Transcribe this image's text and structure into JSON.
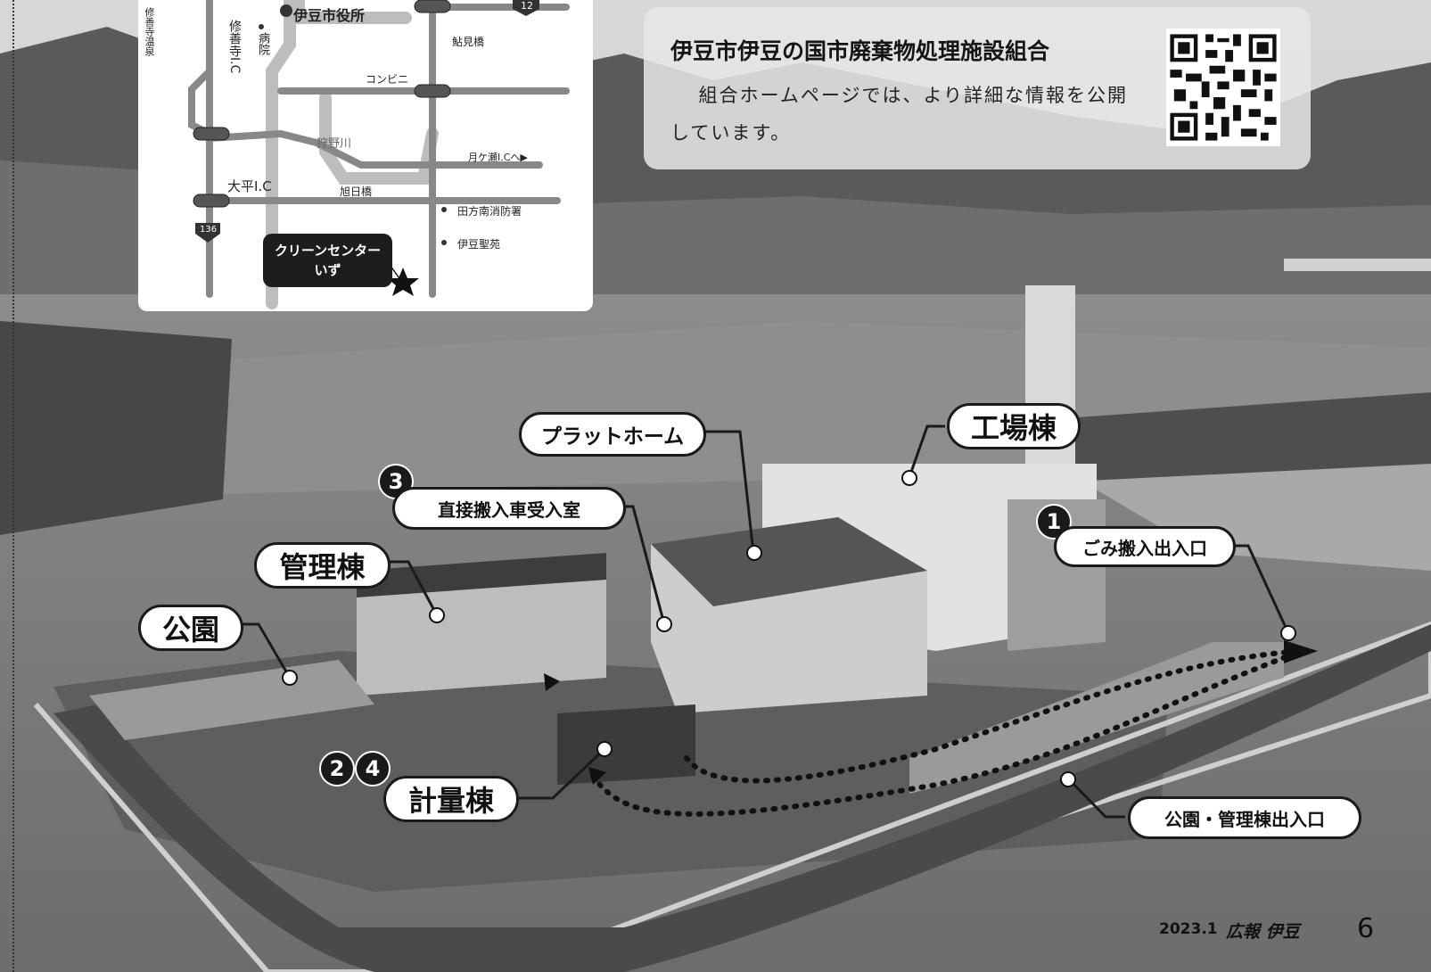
{
  "info": {
    "title": "伊豆市伊豆の国市廃棄物処理施設組合",
    "body": "組合ホームページでは、より詳細な情報を公開しています。",
    "qr_icon": "qr-code-icon"
  },
  "map": {
    "labels": {
      "city_office": "伊豆市役所",
      "onsen": "修善寺温泉",
      "shuzenji_ic": "修善寺I.C",
      "hospital": "病院",
      "bridge_ayu": "鮎見橋",
      "konbini": "コンビニ",
      "river": "狩野川",
      "tsukigase": "月ケ瀬I.Cへ▶",
      "ohira_ic": "大平I.C",
      "asahi_bridge": "旭日橋",
      "fire_station": "田方南消防署",
      "seiyukai": "伊豆聖苑",
      "route_12": "12",
      "route_136": "136"
    },
    "clean_center": [
      "クリーンセンター",
      "いず"
    ]
  },
  "callouts": {
    "platform": "プラットホーム",
    "factory": "工場棟",
    "direct_room": "直接搬入車受入室",
    "garbage_entrance": "ごみ搬入出入口",
    "admin": "管理棟",
    "park": "公園",
    "weighing": "計量棟",
    "park_entrance": "公園・管理棟出入口"
  },
  "numbers": {
    "n1": "1",
    "n2": "2",
    "n3": "3",
    "n4": "4"
  },
  "footer": {
    "date": "2023.1",
    "brand": "広報 伊豆",
    "page": "6"
  }
}
